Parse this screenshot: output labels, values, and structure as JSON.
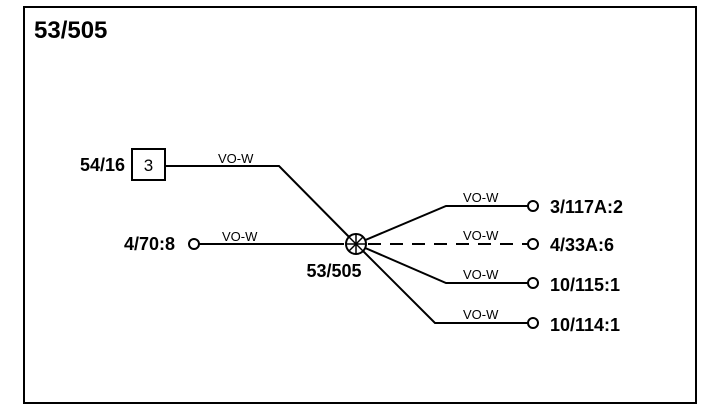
{
  "title": "53/505",
  "splice": {
    "label": "53/505"
  },
  "left": {
    "connector": {
      "label": "54/16",
      "pin": "3",
      "wire": "VO-W"
    },
    "terminal": {
      "label": "4/70:8",
      "wire": "VO-W"
    }
  },
  "right": [
    {
      "label": "3/117A:2",
      "wire": "VO-W",
      "dashed": false
    },
    {
      "label": "4/33A:6",
      "wire": "VO-W",
      "dashed": true
    },
    {
      "label": "10/115:1",
      "wire": "VO-W",
      "dashed": false
    },
    {
      "label": "10/114:1",
      "wire": "VO-W",
      "dashed": false
    }
  ]
}
